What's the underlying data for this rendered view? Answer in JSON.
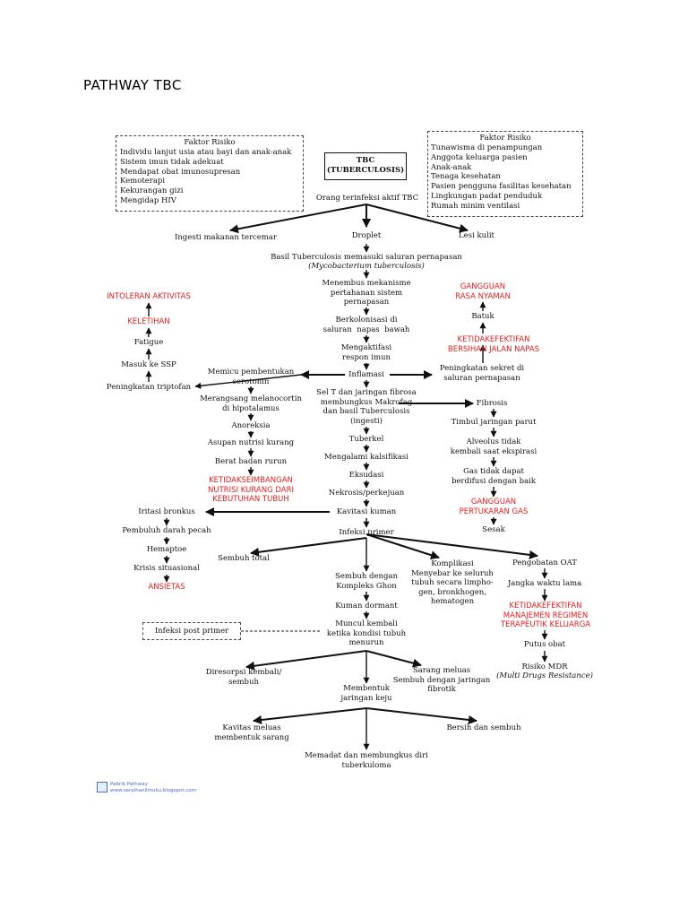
{
  "title": "PATHWAY TBC",
  "risk_left": {
    "heading": "Faktor Risiko",
    "items": [
      "Individu lanjut usia atau bayi dan anak-anak",
      "Sistem imun tidak adekuat",
      "Mendapat obat imunosupresan",
      "Kemoterapi",
      "Kekurangan gizi",
      "Mengidap HIV"
    ]
  },
  "risk_right": {
    "heading": "Faktor Risiko",
    "items": [
      "Tunawisma di penampungan",
      "Anggota keluarga pasien",
      "Anak-anak",
      "Tenaga kesehatan",
      "Pasien pengguna fasilitas kesehatan",
      "Lingkungan padat penduduk",
      "Rumah minim ventilasi"
    ]
  },
  "tbc_box": {
    "line1": "TBC",
    "line2": "(TUBERCULOSIS)"
  },
  "nodes": {
    "orang": "Orang terinfeksi aktif TBC",
    "ingesti": "Ingesti makanan tercemar",
    "droplet": "Droplet",
    "lesi": "Lesi kulit",
    "basil1": "Basil Tuberculosis memasuki saluran pernapasan",
    "basil2": "(Mycobacterium tuberculosis)",
    "menembus": "Menembus mekanisme\npertahanan sistem\npernapasan",
    "berkolonisasi": "Berkolonisasi di\nsaluran  napas  bawah",
    "mengaktifasi": "Mengaktifasi\nrespon imun",
    "inflamasi": "Inflamasi",
    "selt": "Sel T dan jaringan fibrosa\nmembungkus Makrofag\ndan basil Tuberculosis\n(ingesti)",
    "tuberkel": "Tuberkel",
    "kalsifikasi": "Mengalami kalsifikasi",
    "eksudasi": "Eksudasi",
    "nekrosis": "Nekrosis/perkejuan",
    "kavitasi": "Kavitasi kuman",
    "infeksi_primer": "Infeksi primer",
    "memicu": "Memicu pembentukan\nserotonin",
    "merangsang": "Merangsang melanocortin\ndi hipotalamus",
    "anoreksia": "Anoreksia",
    "asupan": "Asupan nutrisi kurang",
    "berat": "Berat badan rurun",
    "ketidakseimbangan": "KETIDAKSEIMBANGAN\nNUTRISI KURANG DARI\nKEBUTUHAN TUBUH",
    "peningkatan_triptofan": "Peningkatan triptofan",
    "masuk_ssp": "Masuk ke SSP",
    "fatigue": "Fatigue",
    "keletihan": "KELETIHAN",
    "intoleran": "INTOLERAN AKTIVITAS",
    "gangguan_nyaman": "GANGGUAN\nRASA NYAMAN",
    "batuk": "Batuk",
    "ketidakefektifan_napas": "KETIDAKEFEKTIFAN\nBERSIHAN JALAN NAPAS",
    "peningkatan_sekret": "Peningkatan sekret di\nsaluran pernapasan",
    "fibrosis": "Fibrosis",
    "timbul": "Timbul jaringan parut",
    "alveolus": "Alveolus tidak\nkembali saat ekspirasi",
    "gas": "Gas tidak dapat\nberdifusi dengan baik",
    "gangguan_gas": "GANGGUAN\nPERTUKARAN GAS",
    "sesak": "Sesak",
    "iritasi": "Iritasi bronkus",
    "pembuluh": "Pembuluh darah pecah",
    "hemaptoe": "Hemaptoe",
    "krisis": "Krisis situasional",
    "ansietas": "ANSIETAS",
    "sembuh_total": "Sembuh total",
    "sembuh_ghon": "Sembuh dengan\nKompleks Ghon",
    "kuman_dormant": "Kuman dormant",
    "muncul_kembali": "Muncul kembali\nketika kondisi tubuh\nmenurun",
    "infeksi_post": "Infeksi post primer",
    "komplikasi": "Komplikasi\nMenyebar ke seluruh\ntubuh secara limpho-\ngen, bronkhogen,\nhematogen",
    "pengobatan": "Pengobatan OAT",
    "jangka": "Jangka waktu lama",
    "ketidakefektifan_regimen": "KETIDAKEFEKTIFAN\nMANAJEMEN REGIMEN\nTERAPEUTIK KELUARGA",
    "putus": "Putus obat",
    "risiko_mdr1": "Risiko MDR",
    "risiko_mdr2": "(Multi Drugs Resistance)",
    "diresorpsi": "Diresorpsi kembali/\nsembuh",
    "membentuk_keju": "Membentuk\njaringan keju",
    "sarang": "Sarang meluas\nSembuh dengan jaringan\nfibrotik",
    "kavitas": "Kavitas meluas\nmembentuk sarang",
    "bersih": "Bersih dan sembuh",
    "memadat": "Memadat dan membungkus diri\ntuberkuloma"
  },
  "footer": {
    "line1": "Pabrik Pathway",
    "line2": "www.serpihanilmuku.blogspot.com"
  },
  "colors": {
    "diagnosis": "#e02020",
    "text": "#111111",
    "link": "#4a6bc8"
  }
}
